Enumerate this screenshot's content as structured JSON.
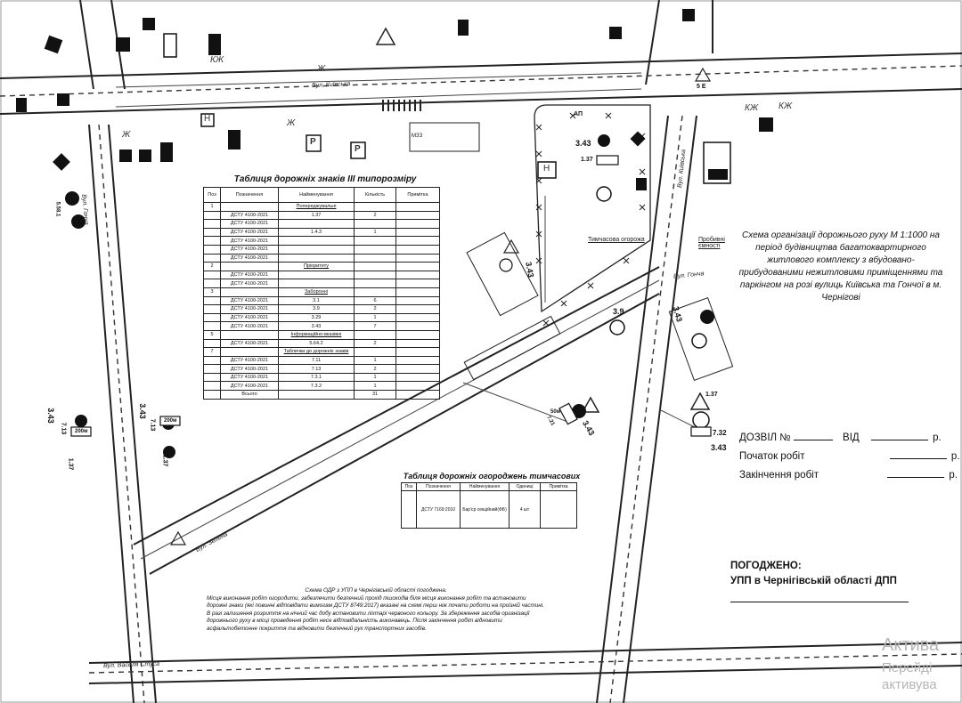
{
  "scheme_title": "Схема організації дорожнього руху М 1:1000 на період будівництва багатоквартирного житлового комплексу з вбудовано-прибудованими нежитловими приміщеннями та паркінгом на розі вулиць Київська та Гончої в м. Чернігові",
  "signs_table": {
    "title": "Таблиця дорожніх знаків III типорозміру",
    "headers": [
      "Поз",
      "Позначення",
      "Найменування",
      "Кількість",
      "Примітка"
    ],
    "rows": [
      [
        "1",
        "",
        "Попереджувальні",
        "",
        ""
      ],
      [
        "",
        "ДСТУ 4100-2021",
        "1.37",
        "2",
        ""
      ],
      [
        "",
        "ДСТУ 4100-2021",
        "",
        "",
        ""
      ],
      [
        "",
        "ДСТУ 4100-2021",
        "1.4.3",
        "1",
        ""
      ],
      [
        "",
        "ДСТУ 4100-2021",
        "",
        "",
        ""
      ],
      [
        "",
        "ДСТУ 4100-2021",
        "",
        "",
        ""
      ],
      [
        "",
        "ДСТУ 4100-2021",
        "",
        "",
        ""
      ],
      [
        "2",
        "",
        "Пріоритету",
        "",
        ""
      ],
      [
        "",
        "ДСТУ 4100-2021",
        "",
        "",
        ""
      ],
      [
        "",
        "ДСТУ 4100-2021",
        "",
        "",
        ""
      ],
      [
        "3",
        "",
        "Заборонні",
        "",
        ""
      ],
      [
        "",
        "ДСТУ 4100-2021",
        "3.1",
        "6",
        ""
      ],
      [
        "",
        "ДСТУ 4100-2021",
        "3.9",
        "2",
        ""
      ],
      [
        "",
        "ДСТУ 4100-2021",
        "3.29",
        "1",
        ""
      ],
      [
        "",
        "ДСТУ 4100-2021",
        "3.43",
        "7",
        ""
      ],
      [
        "5",
        "",
        "Інформаційно-вказівні",
        "",
        ""
      ],
      [
        "",
        "ДСТУ 4100-2021",
        "5.64.2",
        "2",
        ""
      ],
      [
        "7",
        "",
        "Таблички до дорожніх знаків",
        "",
        ""
      ],
      [
        "",
        "ДСТУ 4100-2021",
        "7.11",
        "1",
        ""
      ],
      [
        "",
        "ДСТУ 4100-2021",
        "7.13",
        "2",
        ""
      ],
      [
        "",
        "ДСТУ 4100-2021",
        "7.3.1",
        "1",
        ""
      ],
      [
        "",
        "ДСТУ 4100-2021",
        "7.3.2",
        "1",
        ""
      ],
      [
        "",
        "Всього",
        "",
        "31",
        ""
      ]
    ]
  },
  "fences_table": {
    "title": "Таблиця дорожніх огороджень тимчасових",
    "headers": [
      "Поз",
      "Позначення",
      "Найменування",
      "Одиниці",
      "Примітка"
    ],
    "row": [
      "",
      "ДСТУ 7169:2010",
      "Бар'єр секційний(ФБ)",
      "4 шт",
      ""
    ]
  },
  "permit": {
    "permit_label": "ДОЗВІЛ №",
    "from_label": "ВІД",
    "year_suffix": "р.",
    "start_label": "Початок робіт",
    "end_label": "Закінчення робіт"
  },
  "agreed": {
    "title": "ПОГОДЖЕНО:",
    "org": "УПП в Чернігівській області ДПП"
  },
  "notes": [
    "Схема ОДР з УПП в Чернігівській області погоджена.",
    "Місця виконання робіт огородити, забезпечити безпечний прохід пішоходів біля місця виконання робіт та встановити дорожні знаки (які повинні відповідати вимогам ДСТУ 8749:2017) вказані на схемі перш ніж почати роботи на проїзній частині. В разі залишення розриття на нічний час добу встановити ліхтарі червоного кольору. За збереження засобів організації дорожнього руху в місці проведення робіт несе відповідальність виконавець. Після закінчення робіт відновити асфальтобетонне покриття та відновити безпечний рух транспортних засобів."
  ],
  "map": {
    "streets": {
      "kyivska": "Вул. Київська",
      "honcha": "Вул. Гонча",
      "zelena": "Вул. Зелена",
      "vasyl_stus": "Вул. Василя Стуса"
    },
    "markers": {
      "kzh": "КЖ",
      "zh": "Ж",
      "h": "Н",
      "p": "Р",
      "hatch": "МЗЗ",
      "ap": "АП"
    },
    "road_notes": {
      "temporary_fence": "Тимчасова огорожа",
      "barrier": "Пробивні ємності"
    },
    "sign_codes": {
      "s343": "3.43",
      "s137": "1.37",
      "s39": "3.9",
      "s713": "7.13",
      "s732": "7.32",
      "s721": "7.21",
      "s581": "5.58.1",
      "s5e": "5 Е",
      "s200m": "200м",
      "s5ont": "50м"
    },
    "colors": {
      "ink": "#111111",
      "paper": "#ffffff"
    }
  },
  "watermark": {
    "line1": "Актива",
    "line2": "Перейді",
    "line3": "активува"
  }
}
